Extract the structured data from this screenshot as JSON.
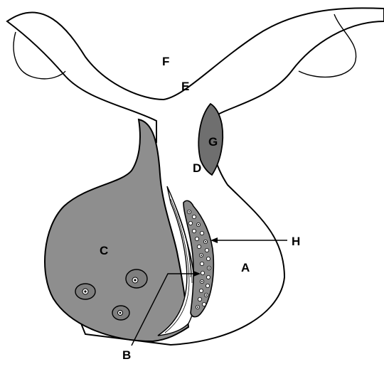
{
  "labels": {
    "A": "A",
    "B": "B",
    "C": "C",
    "D": "D",
    "E": "E",
    "F": "F",
    "G": "G",
    "H": "H"
  },
  "colors": {
    "shaded_region": "#8e8e8e",
    "dark_region": "#6f6f6f",
    "outline": "#000000",
    "background": "#ffffff"
  }
}
